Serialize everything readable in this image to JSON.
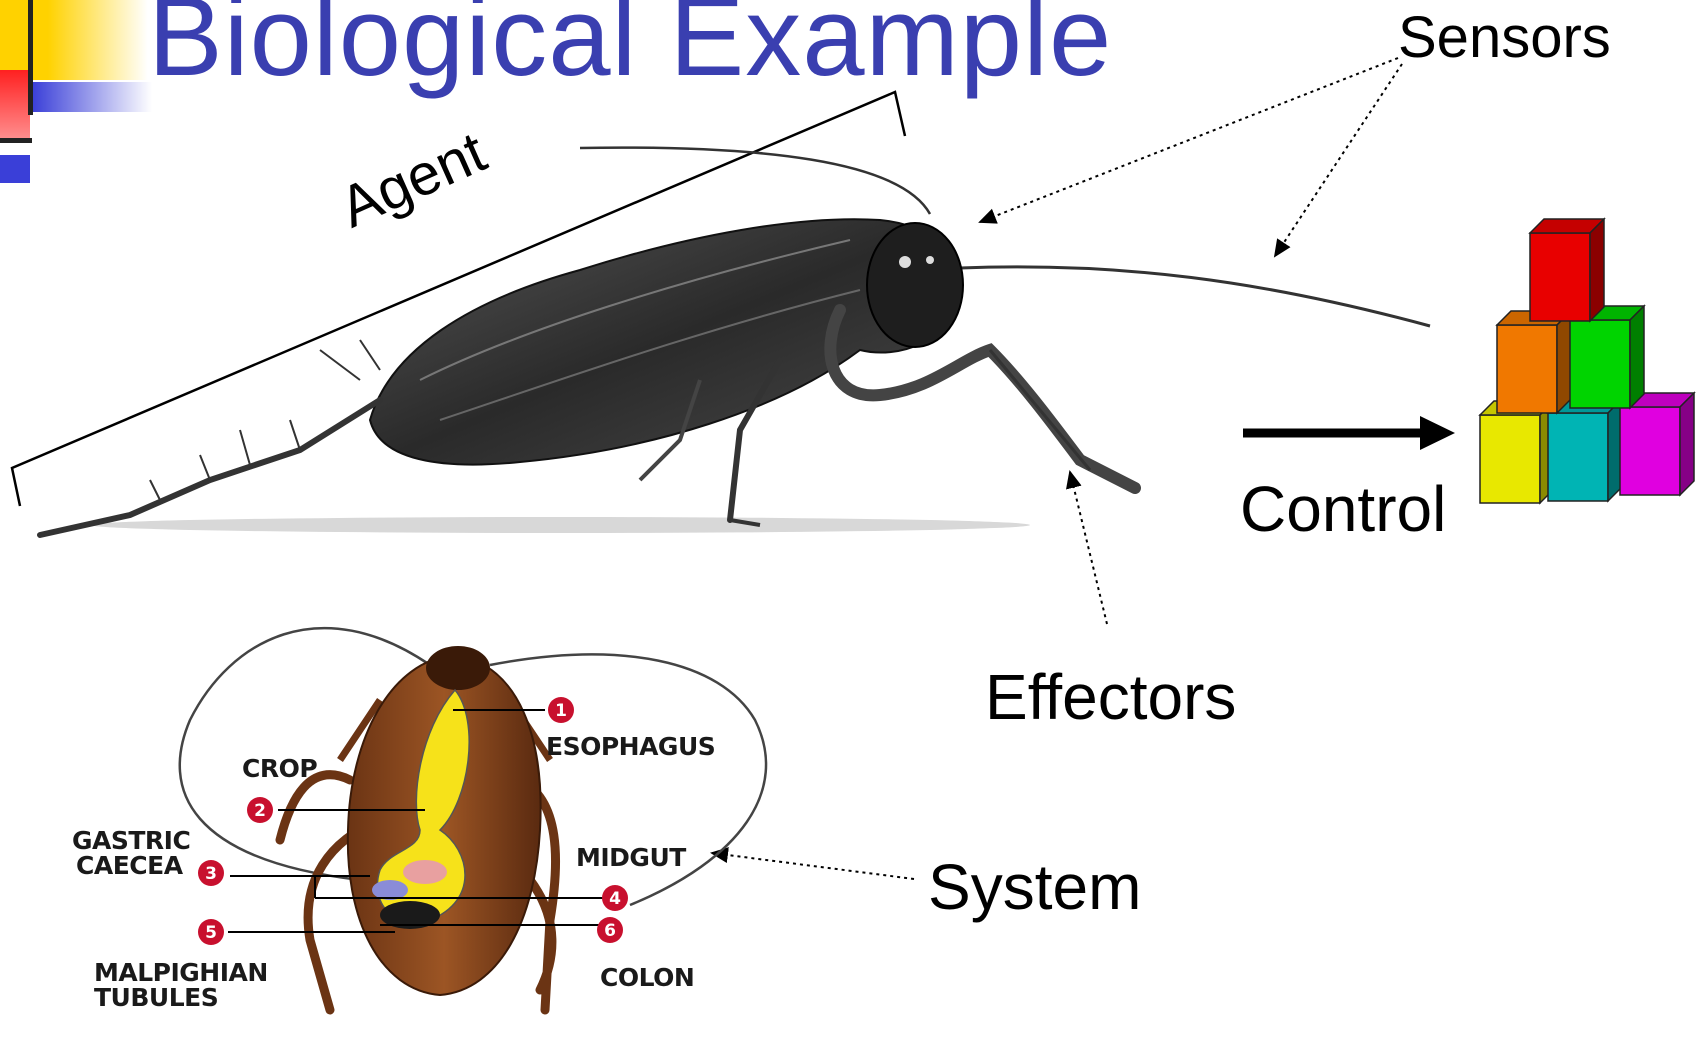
{
  "slide": {
    "title": "Biological Example",
    "accent_color": "#3a3fb0"
  },
  "labels": {
    "agent": "Agent",
    "sensors": "Sensors",
    "control": "Control",
    "effectors": "Effectors",
    "system": "System"
  },
  "anatomy": {
    "crop": "CROP",
    "esophagus": "ESOPHAGUS",
    "gastric_line1": "GASTRIC",
    "gastric_line2": "CAECEA",
    "midgut": "MIDGUT",
    "malpighian_line1": "MALPIGHIAN",
    "malpighian_line2": "TUBULES",
    "colon": "COLON",
    "markers": [
      "1",
      "2",
      "3",
      "4",
      "5",
      "6"
    ]
  },
  "blocks": {
    "colors": [
      "#e8e800",
      "#00b4b4",
      "#e000e0",
      "#f07800",
      "#00d400",
      "#e80000"
    ]
  }
}
